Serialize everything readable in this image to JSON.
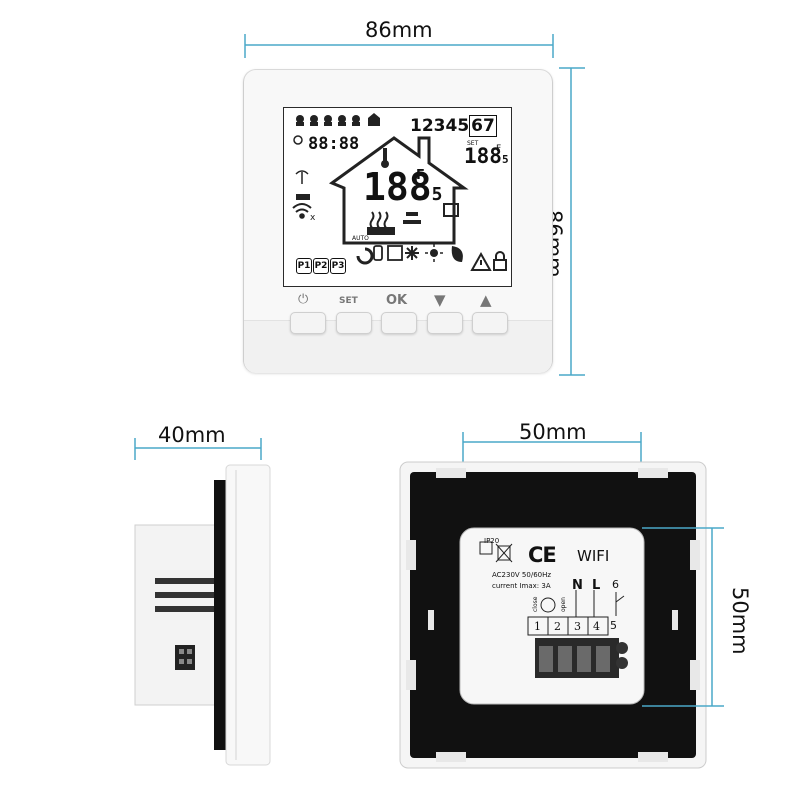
{
  "dimensions": {
    "front_width": "86mm",
    "front_height": "86mm",
    "side_depth": "40mm",
    "back_width": "50mm",
    "back_height": "50mm"
  },
  "colors": {
    "dimension_line": "#4aa8c8",
    "lcd_background": "#ffffff",
    "housing": "#f7f7f7",
    "backplate": "#111111"
  },
  "lcd": {
    "days": "12345",
    "days_highlighted": "67",
    "clock": "88:88",
    "set_label": "SET",
    "set_temp": "188",
    "set_temp_decimal": "5",
    "unit": "°F",
    "main_temp": "188",
    "main_temp_decimal": "5",
    "auto_label": "AUTO",
    "programs": [
      "P1",
      "P2",
      "P3"
    ]
  },
  "buttons": {
    "power_label": "⏻",
    "set_label": "SET",
    "ok_label": "OK",
    "down_label": "▼",
    "up_label": "▲"
  },
  "back_label": {
    "rating": "IP20",
    "ce": "CE",
    "wifi": "WIFI",
    "power": "AC230V 50/60Hz",
    "current": "current Imax:  3A",
    "n": "N",
    "l": "L",
    "six": "6",
    "five": "5",
    "terminals": [
      "1",
      "2",
      "3",
      "4"
    ],
    "close": "close",
    "open": "open"
  },
  "icons": [
    "power-icon",
    "wifi-icon",
    "lock-icon",
    "warning-icon",
    "snowflake-icon",
    "sun-icon",
    "leaf-icon",
    "house-icon",
    "thermometer-icon",
    "heating-icon"
  ]
}
